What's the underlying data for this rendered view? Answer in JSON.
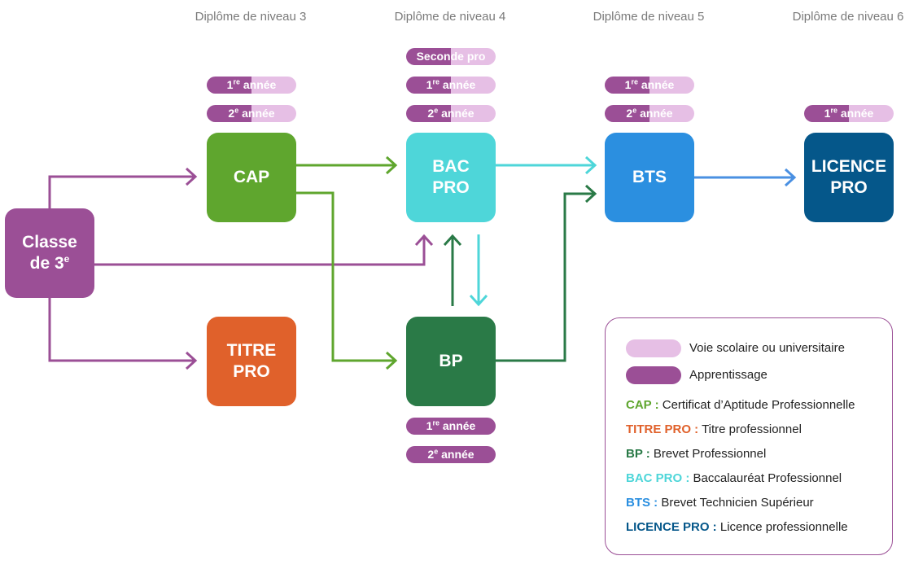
{
  "levels": [
    "Diplôme de niveau 3",
    "Diplôme de niveau 4",
    "Diplôme de niveau 5",
    "Diplôme de niveau 6"
  ],
  "colors": {
    "classe": "#9b4f96",
    "cap": "#5fa62e",
    "titre": "#e0612b",
    "bac": "#4ed6d9",
    "bp": "#2a7a47",
    "bts": "#2b8fe0",
    "licence": "#05578a",
    "apprentissage": "#9b4f96",
    "voie_scolaire": "#e6bfe5"
  },
  "boxes": {
    "classe": {
      "line1": "Classe",
      "line2": "de 3",
      "sup": "e"
    },
    "cap": {
      "line1": "CAP"
    },
    "titre": {
      "line1": "TITRE",
      "line2": "PRO"
    },
    "bac": {
      "line1": "BAC",
      "line2": "PRO"
    },
    "bp": {
      "line1": "BP"
    },
    "bts": {
      "line1": "BTS"
    },
    "licence": {
      "line1": "LICENCE",
      "line2": "PRO"
    }
  },
  "pills": {
    "cap_1": {
      "num": "1",
      "sup": "re",
      "word": " année"
    },
    "cap_2": {
      "num": "2",
      "sup": "e",
      "word": " année"
    },
    "bac_seconde": {
      "text": "Seconde pro"
    },
    "bac_1": {
      "num": "1",
      "sup": "re",
      "word": " année"
    },
    "bac_2": {
      "num": "2",
      "sup": "e",
      "word": " année"
    },
    "bts_1": {
      "num": "1",
      "sup": "re",
      "word": " année"
    },
    "bts_2": {
      "num": "2",
      "sup": "e",
      "word": " année"
    },
    "lic_1": {
      "num": "1",
      "sup": "re",
      "word": " année"
    },
    "bp_1": {
      "num": "1",
      "sup": "re",
      "word": " année"
    },
    "bp_2": {
      "num": "2",
      "sup": "e",
      "word": " année"
    }
  },
  "legend": {
    "voie_scolaire": "Voie scolaire ou universitaire",
    "apprentissage": "Apprentissage",
    "rows": [
      {
        "abbr": "CAP :",
        "text": " Certificat d’Aptitude Professionnelle",
        "color": "#5fa62e"
      },
      {
        "abbr": "TITRE PRO :",
        "text": " Titre professionnel",
        "color": "#e0612b"
      },
      {
        "abbr": "BP :",
        "text": " Brevet Professionnel",
        "color": "#2a7a47"
      },
      {
        "abbr": "BAC PRO :",
        "text": " Baccalauréat Professionnel",
        "color": "#4ed6d9"
      },
      {
        "abbr": "BTS :",
        "text": " Brevet Technicien Supérieur",
        "color": "#2b8fe0"
      },
      {
        "abbr": "LICENCE PRO :",
        "text": " Licence professionnelle",
        "color": "#05578a"
      }
    ]
  }
}
